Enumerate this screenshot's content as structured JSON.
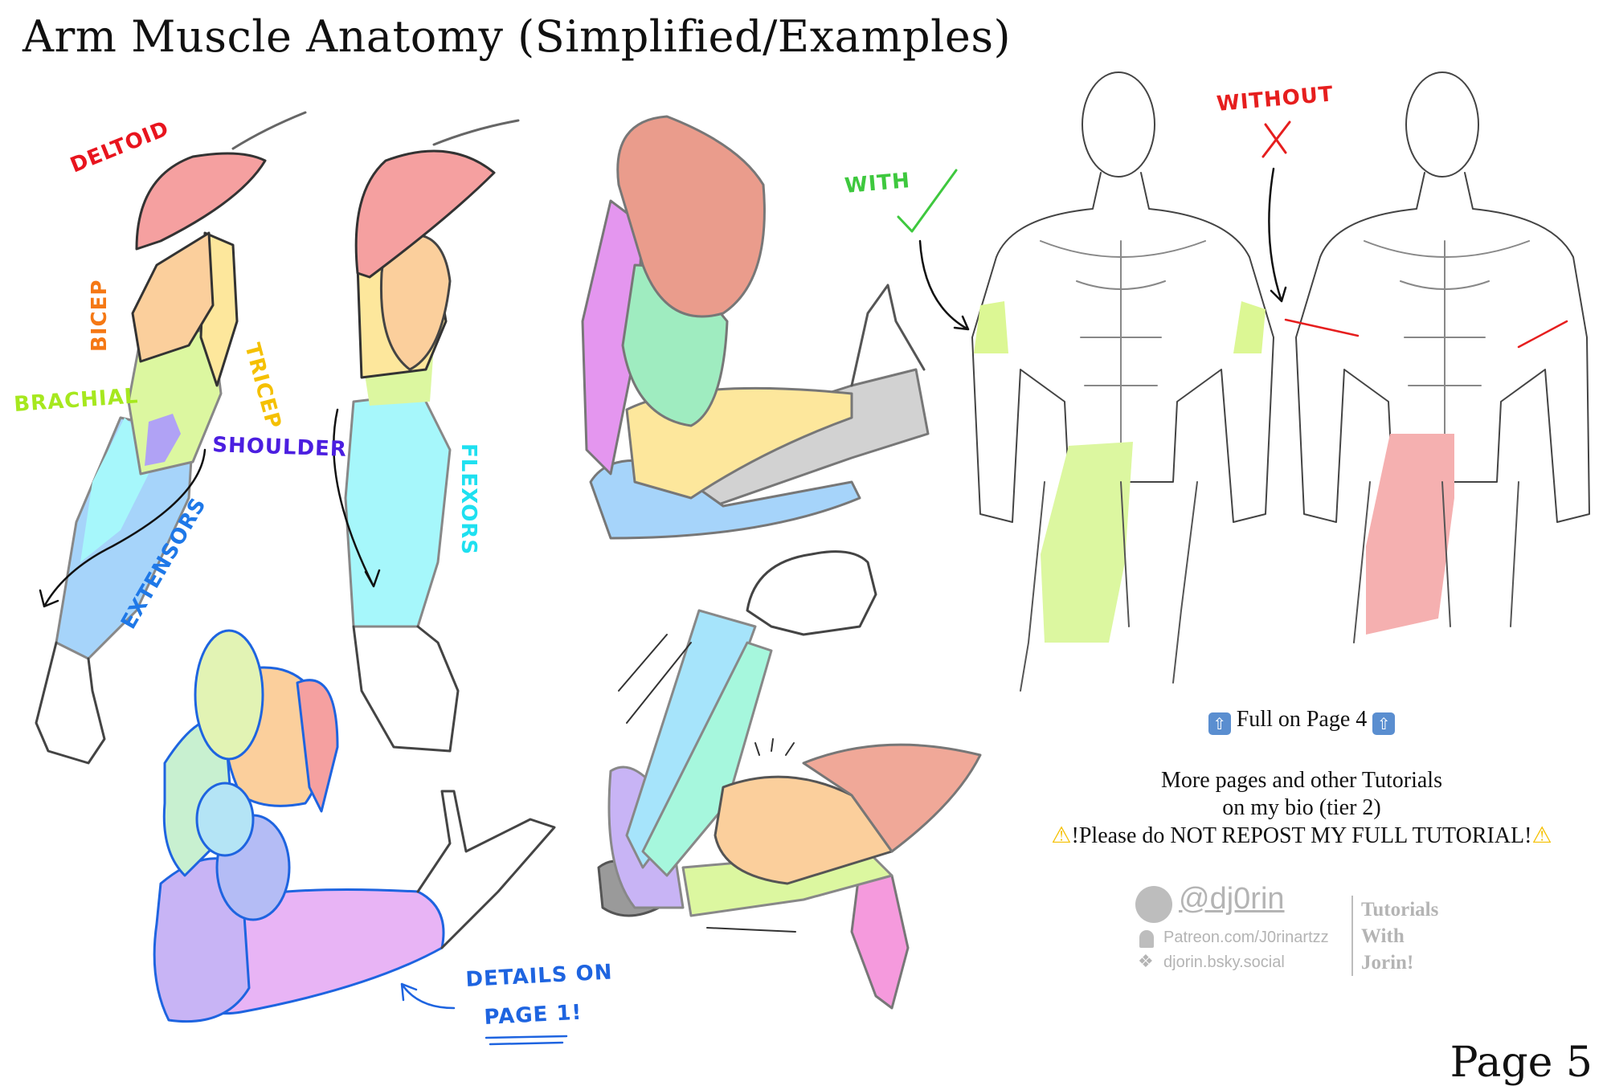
{
  "title": "Arm Muscle Anatomy (Simplified/Examples)",
  "page_label": "Page 5",
  "labels": {
    "deltoid": "DELTOID",
    "bicep": "BICEP",
    "brachial": "BRACHIAL",
    "tricep": "TRICEP",
    "shoulder": "SHOULDER",
    "extensors": "EXTENSORS",
    "flexors": "FLEXORS",
    "with": "WITH",
    "without": "WITHOUT",
    "details_line1": "DETAILS ON",
    "details_line2": "PAGE 1!"
  },
  "colors": {
    "deltoid": "#f5a0a0",
    "bicep": "#fbcf9c",
    "tricep": "#fde79c",
    "brachial": "#dcf7a0",
    "shoulder": "#b0a2f5",
    "flexors": "#a6f7fb",
    "extensors": "#a6d4fa",
    "with_accent": "#3ec83e",
    "without_accent": "#e61e1e"
  },
  "info": {
    "full_on_page": "Full on Page 4",
    "more_pages_line1": "More pages and other Tutorials",
    "more_pages_line2": "on my bio (tier 2)",
    "warning": "!Please do NOT REPOST MY FULL TUTORIAL!"
  },
  "watermark": {
    "twitter": "@dj0rin",
    "patreon": "Patreon.com/J0rinartzz",
    "bluesky": "djorin.bsky.social",
    "brand_line1": "Tutorials",
    "brand_line2": "With",
    "brand_line3": "Jorin!"
  }
}
